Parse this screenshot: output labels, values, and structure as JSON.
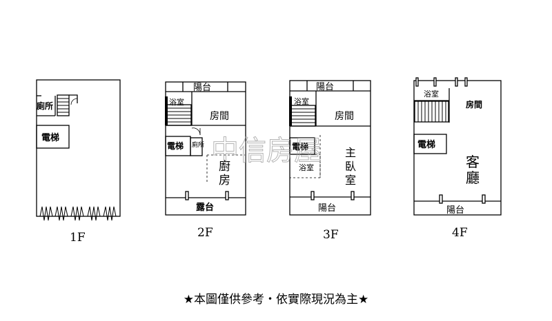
{
  "floors": [
    {
      "label": "1F",
      "rooms": {
        "toilet": "廁所",
        "elevator": "電梯"
      }
    },
    {
      "label": "2F",
      "rooms": {
        "balcony": "陽台",
        "bath": "浴室",
        "bedroom": "房間",
        "elevator": "電梯",
        "toilet": "廁所",
        "kitchen_1": "廚",
        "kitchen_2": "房",
        "terrace": "露台"
      }
    },
    {
      "label": "3F",
      "rooms": {
        "balcony_top": "陽台",
        "bath_1": "浴室",
        "bedroom": "房間",
        "elevator": "電梯",
        "bath_2": "浴室",
        "master_1": "主",
        "master_2": "臥",
        "master_3": "室",
        "balcony_bottom": "陽台"
      }
    },
    {
      "label": "4F",
      "rooms": {
        "bath": "浴室",
        "bedroom": "房間",
        "elevator": "電梯",
        "living_1": "客",
        "living_2": "廳",
        "balcony": "陽台"
      }
    }
  ],
  "watermark": "中信房屋",
  "disclaimer": "★本圖僅供參考・依實際現況為主★"
}
